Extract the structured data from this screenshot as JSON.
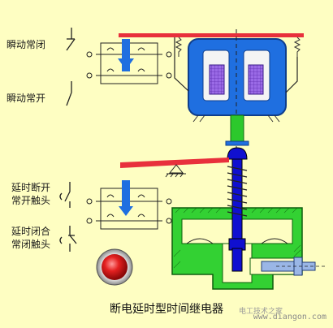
{
  "title": "断电延时型时间继电器",
  "labels": {
    "instant_nc": "瞬动常闭",
    "instant_no": "瞬动常开",
    "delay_open_no_1": "延时断开",
    "delay_open_no_2": "常开触头",
    "delay_close_nc_1": "延时闭合",
    "delay_close_nc_2": "常闭触头"
  },
  "watermark": {
    "url": "www.diangon.com",
    "badge": "电工技术之家"
  },
  "colors": {
    "background": "#fefec2",
    "bar_red": "#e8303c",
    "coil_blue": "#1f6fe0",
    "plunger_blue": "#1010d0",
    "piston_green": "#2cc82c",
    "chamber_green": "#33d133",
    "coil_winding": "#9060e0",
    "indicator_red": "#d01818"
  },
  "icons": {
    "indicator": "red-indicator-light",
    "switch_nc": "nc-contact-symbol",
    "switch_no": "no-contact-symbol"
  }
}
